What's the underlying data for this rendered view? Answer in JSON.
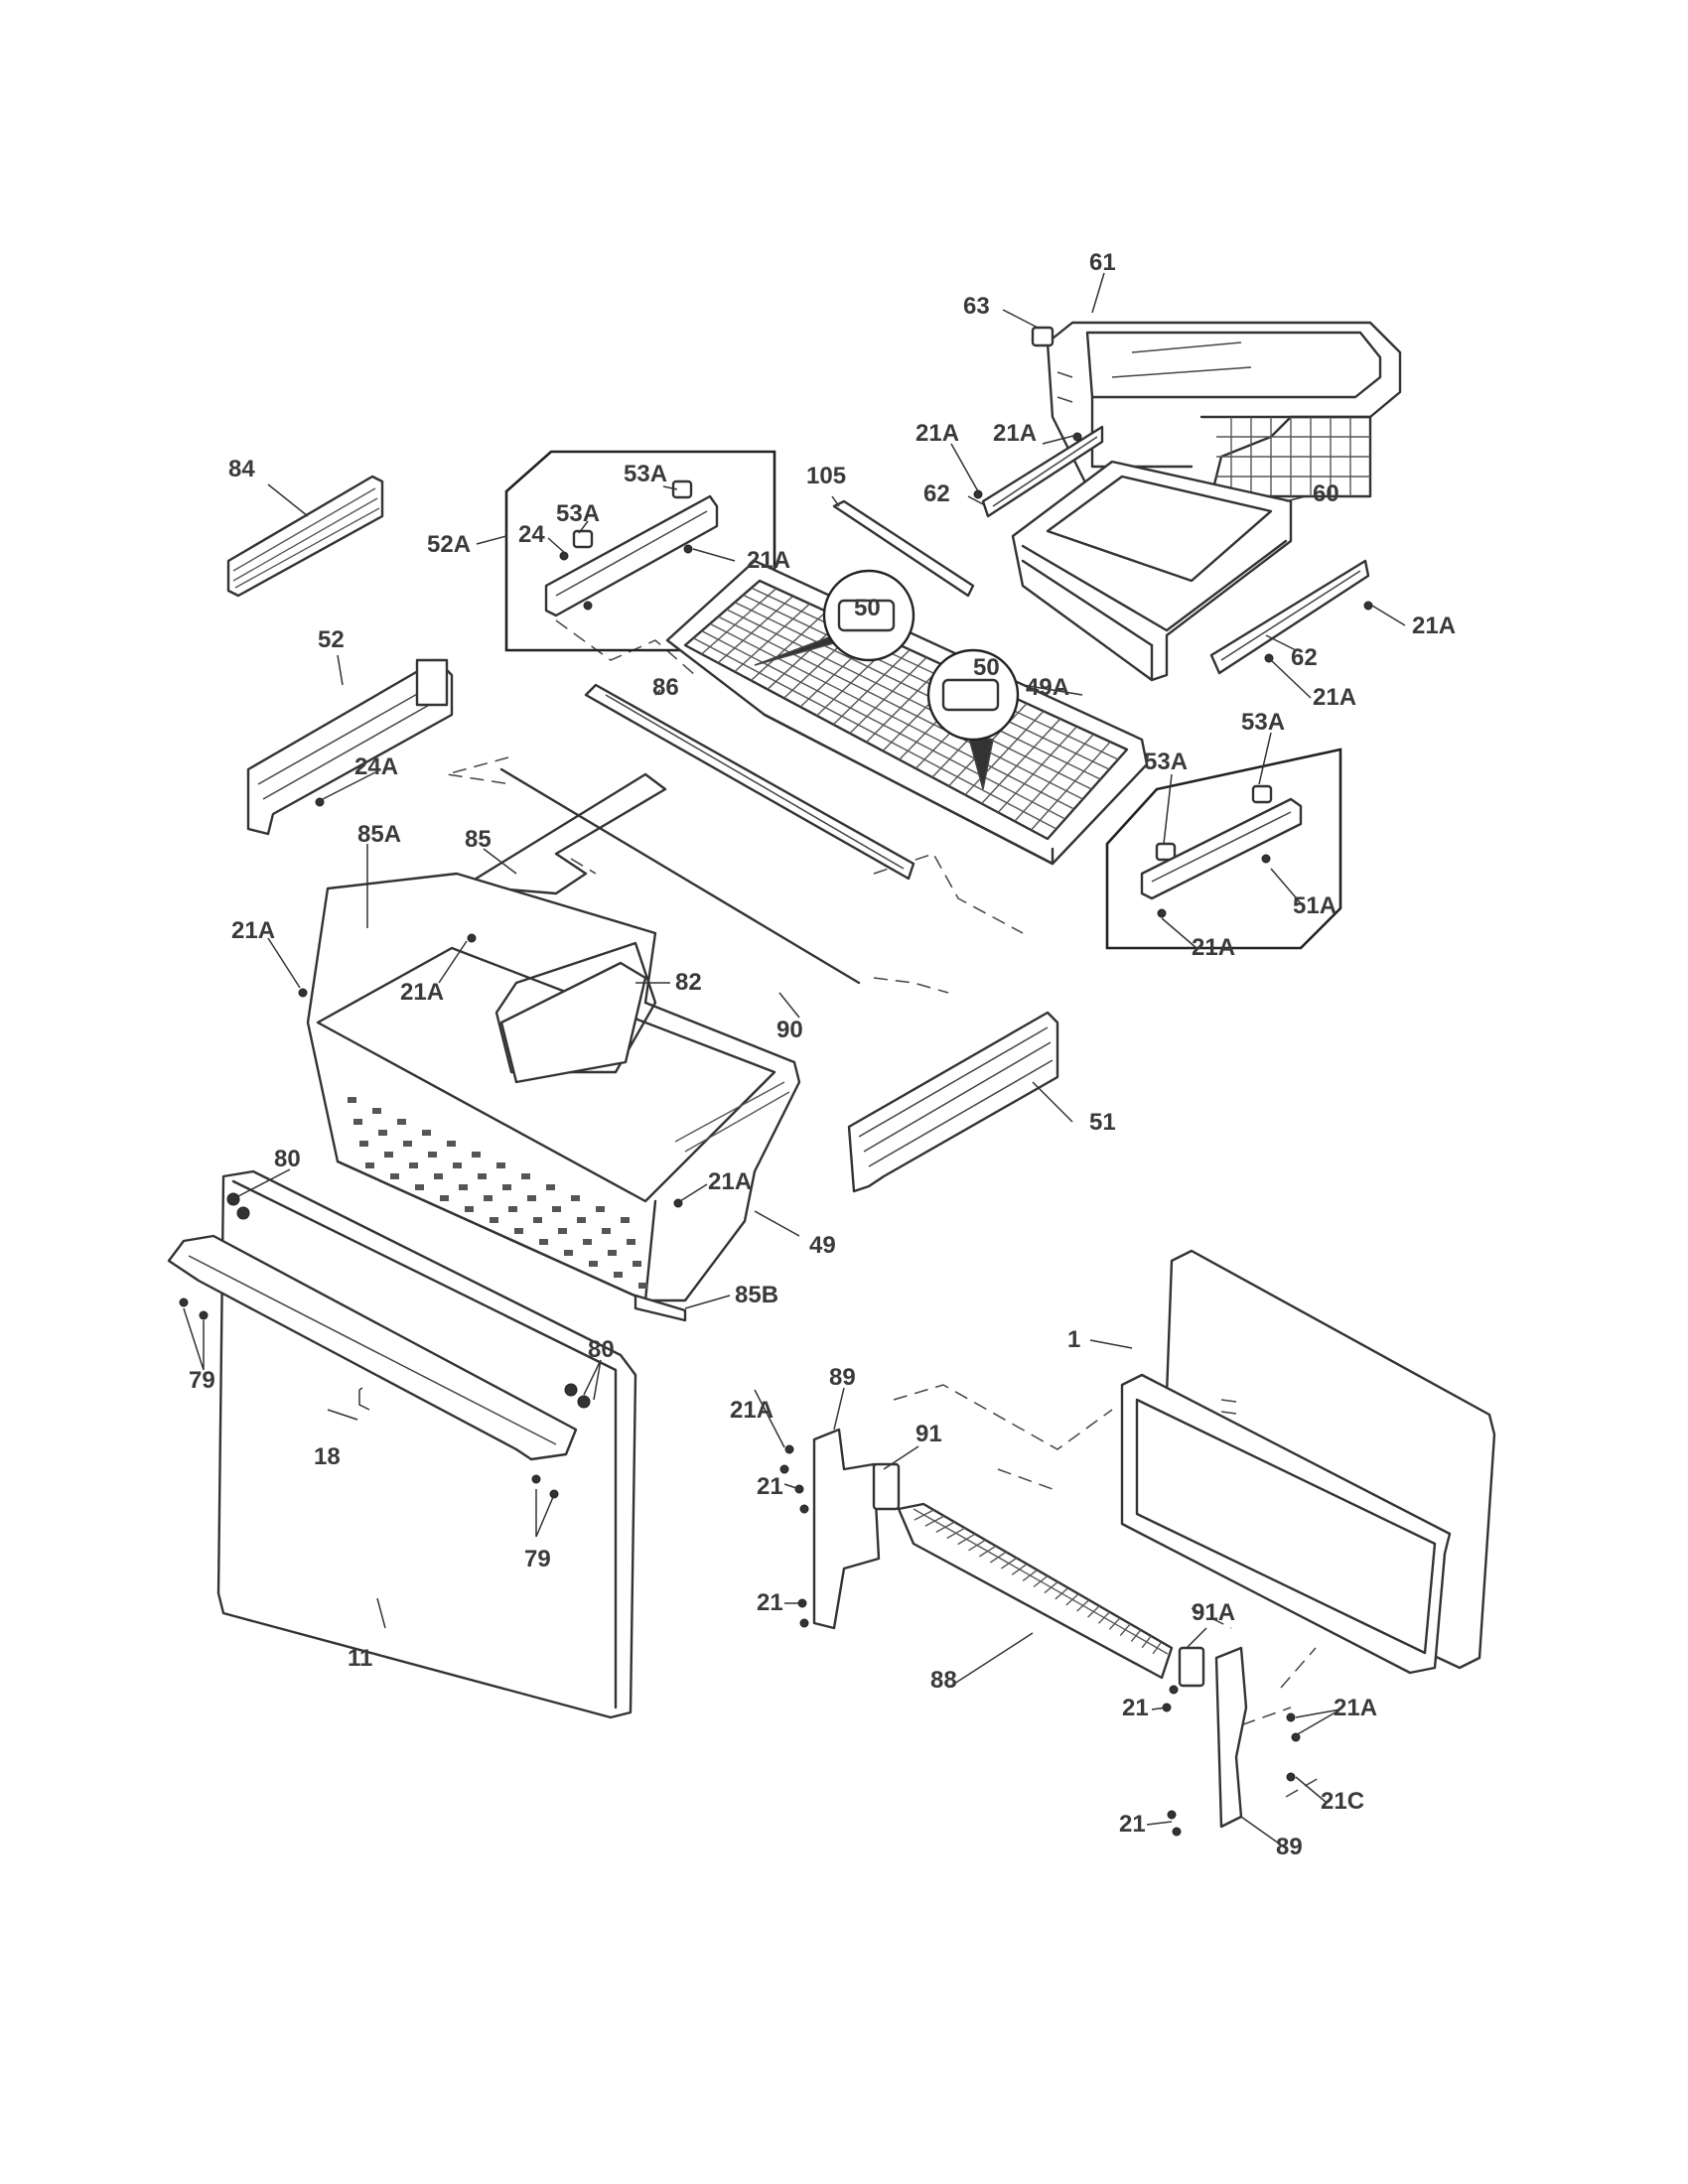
{
  "labels": [
    {
      "id": "61",
      "text": "61"
    },
    {
      "id": "63",
      "text": "63"
    },
    {
      "id": "84",
      "text": "84"
    },
    {
      "id": "53A-a",
      "text": "53A"
    },
    {
      "id": "105",
      "text": "105"
    },
    {
      "id": "21A-a",
      "text": "21A"
    },
    {
      "id": "21A-b",
      "text": "21A"
    },
    {
      "id": "53A-b",
      "text": "53A"
    },
    {
      "id": "62-a",
      "text": "62"
    },
    {
      "id": "60",
      "text": "60"
    },
    {
      "id": "52A",
      "text": "52A"
    },
    {
      "id": "24",
      "text": "24"
    },
    {
      "id": "21A-c",
      "text": "21A"
    },
    {
      "id": "21A-d",
      "text": "21A"
    },
    {
      "id": "62-b",
      "text": "62"
    },
    {
      "id": "50-a",
      "text": "50"
    },
    {
      "id": "52",
      "text": "52"
    },
    {
      "id": "86",
      "text": "86"
    },
    {
      "id": "49A",
      "text": "49A"
    },
    {
      "id": "50-b",
      "text": "50"
    },
    {
      "id": "21A-e",
      "text": "21A"
    },
    {
      "id": "24A",
      "text": "24A"
    },
    {
      "id": "53A-c",
      "text": "53A"
    },
    {
      "id": "53A-d",
      "text": "53A"
    },
    {
      "id": "85A",
      "text": "85A"
    },
    {
      "id": "85",
      "text": "85"
    },
    {
      "id": "51A",
      "text": "51A"
    },
    {
      "id": "21A-f",
      "text": "21A"
    },
    {
      "id": "21A-g",
      "text": "21A"
    },
    {
      "id": "21A-h",
      "text": "21A"
    },
    {
      "id": "82",
      "text": "82"
    },
    {
      "id": "90",
      "text": "90"
    },
    {
      "id": "51",
      "text": "51"
    },
    {
      "id": "80-a",
      "text": "80"
    },
    {
      "id": "21A-i",
      "text": "21A"
    },
    {
      "id": "49",
      "text": "49"
    },
    {
      "id": "85B",
      "text": "85B"
    },
    {
      "id": "79-a",
      "text": "79"
    },
    {
      "id": "1",
      "text": "1"
    },
    {
      "id": "80-b",
      "text": "80"
    },
    {
      "id": "89-a",
      "text": "89"
    },
    {
      "id": "21A-j",
      "text": "21A"
    },
    {
      "id": "91",
      "text": "91"
    },
    {
      "id": "18",
      "text": "18"
    },
    {
      "id": "21-a",
      "text": "21"
    },
    {
      "id": "79-b",
      "text": "79"
    },
    {
      "id": "21-b",
      "text": "21"
    },
    {
      "id": "11",
      "text": "11"
    },
    {
      "id": "88",
      "text": "88"
    },
    {
      "id": "91A",
      "text": "91A"
    },
    {
      "id": "21-c",
      "text": "21"
    },
    {
      "id": "21A-k",
      "text": "21A"
    },
    {
      "id": "21",
      "text": "21"
    },
    {
      "id": "21C",
      "text": "21C"
    },
    {
      "id": "89-b",
      "text": "89"
    }
  ]
}
